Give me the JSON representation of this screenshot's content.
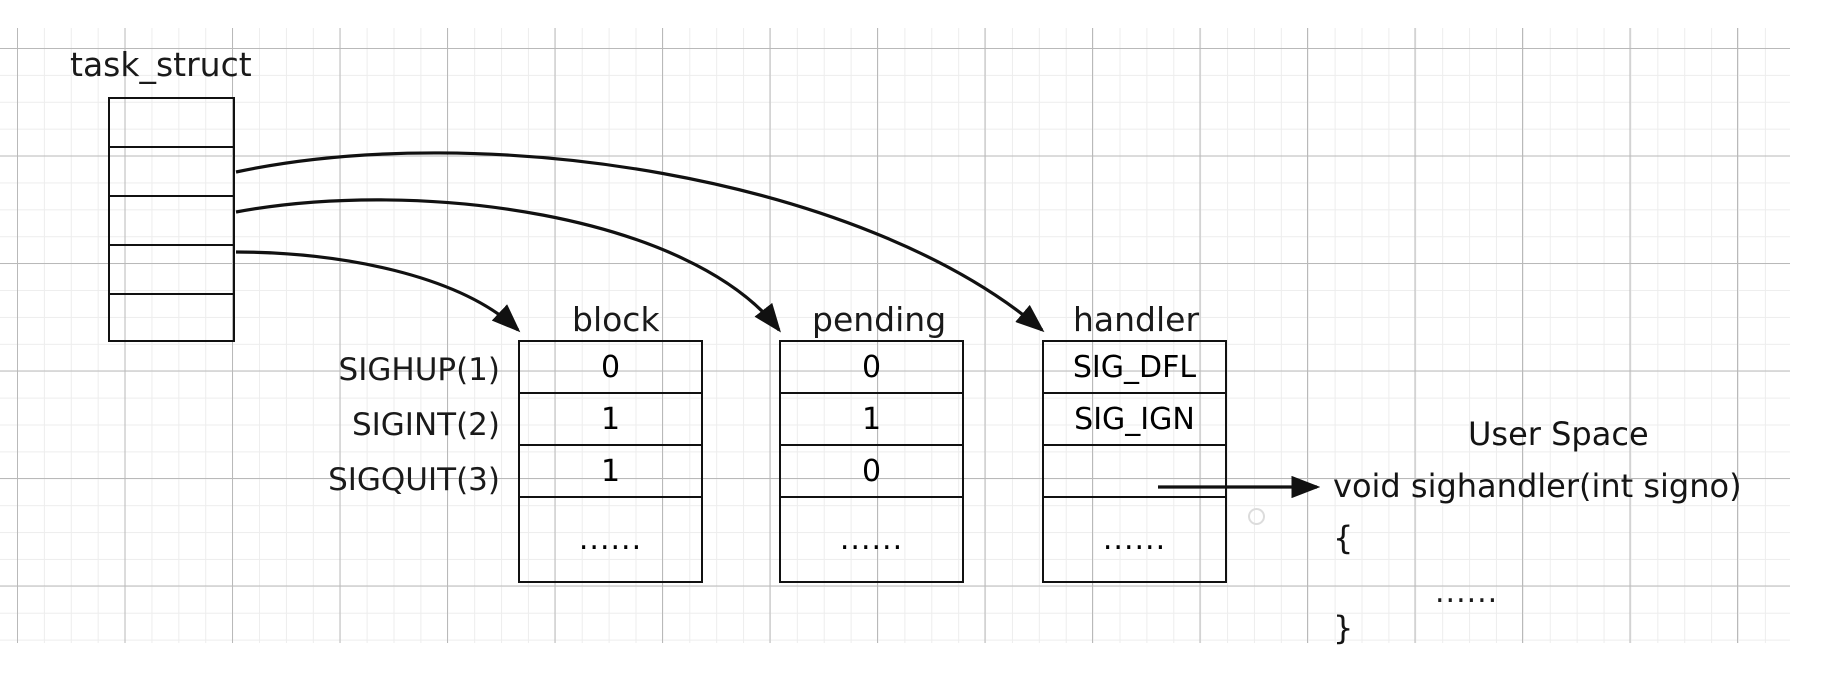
{
  "diagram": {
    "title_label": "task_struct",
    "user_space_label": "User Space",
    "signal_rows": [
      {
        "name": "SIGHUP(1)",
        "block": "0",
        "pending": "0",
        "handler": "SIG_DFL"
      },
      {
        "name": "SIGINT(2)",
        "block": "1",
        "pending": "1",
        "handler": "SIG_IGN"
      },
      {
        "name": "SIGQUIT(3)",
        "block": "1",
        "pending": "0",
        "handler": ""
      }
    ],
    "ellipsis": "......",
    "columns": [
      {
        "key": "block",
        "title": "block"
      },
      {
        "key": "pending",
        "title": "pending"
      },
      {
        "key": "handler",
        "title": "handler"
      }
    ],
    "code": {
      "signature": "void sighandler(int signo)",
      "open_brace": "{",
      "body": "......",
      "close_brace": "}"
    },
    "colors": {
      "ink": "#111111",
      "grid_major": "#b9b9b9",
      "grid_minor": "#ededed",
      "background": "#ffffff"
    }
  }
}
